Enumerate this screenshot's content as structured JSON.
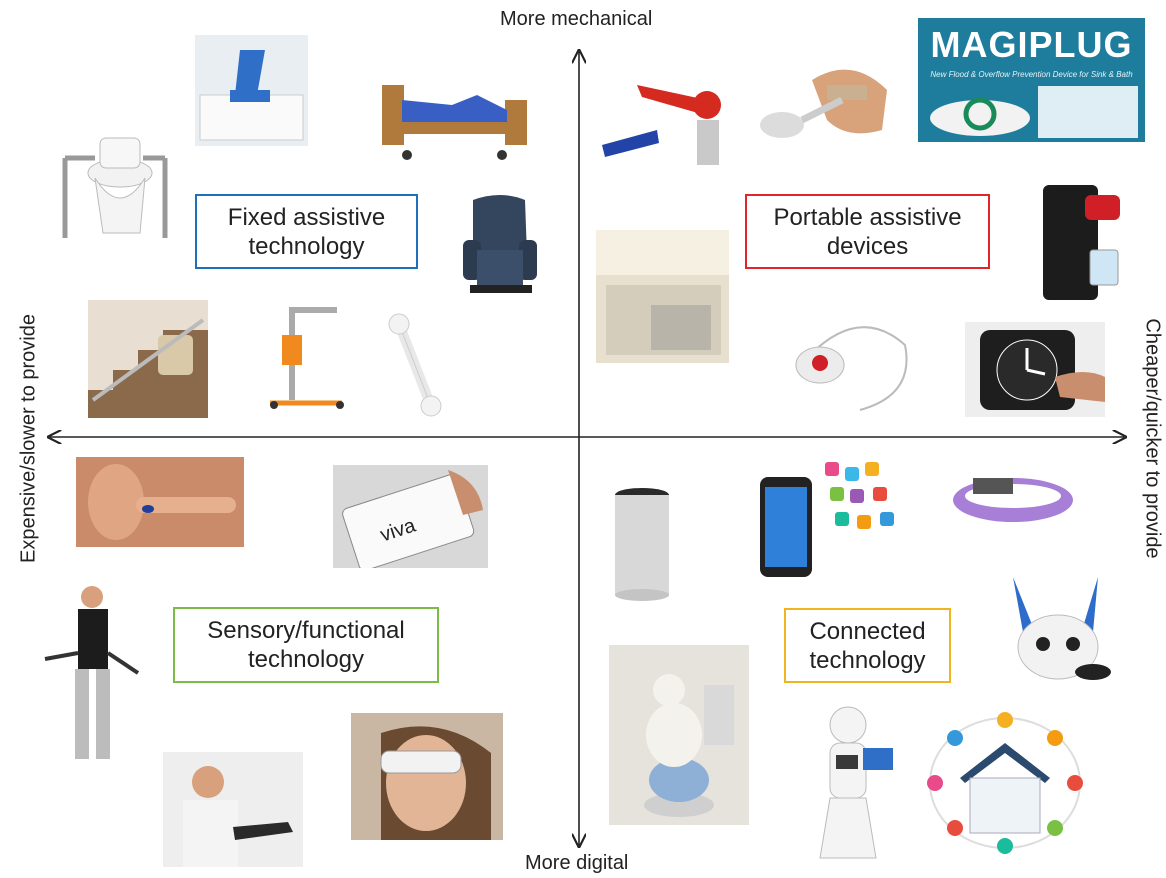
{
  "axes": {
    "top": "More mechanical",
    "bottom": "More digital",
    "left": "Expensive/slower to provide",
    "right": "Cheaper/quicker to provide"
  },
  "quadrants": {
    "top_left": {
      "label": "Fixed assistive\ntechnology",
      "color": "#1f6fbf"
    },
    "top_right": {
      "label": "Portable assistive\ndevices",
      "color": "#e0262b"
    },
    "bottom_left": {
      "label": "Sensory/functional\ntechnology",
      "color": "#7dbb47"
    },
    "bottom_right": {
      "label": "Connected\ntechnology",
      "color": "#f0b41c"
    }
  },
  "magiplug": {
    "title": "MAGIPLUG",
    "subtitle": "New Flood & Overflow Prevention Device for Sink & Bath"
  },
  "images": [
    "toilet-frame",
    "bath-lift",
    "adjustable-bed",
    "riser-recliner-chair",
    "stairlift",
    "patient-hoist",
    "grab-rail",
    "tap-turner",
    "spoon-aid",
    "magiplug-product",
    "bed-sensor-pad",
    "hot-water-dispenser",
    "pendant-alarm",
    "tactile-clock",
    "hearing-aid",
    "video-magnifier",
    "exoskeleton",
    "bionic-arm",
    "vision-headset",
    "smart-speaker",
    "smartphone-apps",
    "wristband",
    "robot-dog",
    "care-robot",
    "humanoid-robot",
    "smart-home"
  ]
}
